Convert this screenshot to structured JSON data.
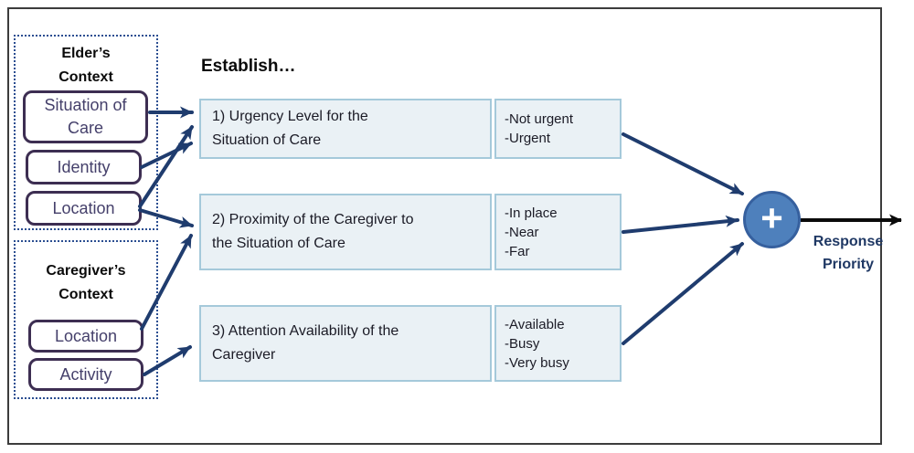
{
  "panels": {
    "elder": {
      "title_line1": "Elder’s",
      "title_line2": "Context",
      "items": [
        "Situation of Care",
        "Identity",
        "Location"
      ]
    },
    "caregiver": {
      "title_line1": "Caregiver’s",
      "title_line2": "Context",
      "items": [
        "Location",
        "Activity"
      ]
    }
  },
  "establish_label": "Establish…",
  "factors": [
    {
      "label_lines": [
        "1) Urgency Level for the",
        "Situation of Care"
      ],
      "options": [
        "-Not urgent",
        "-Urgent"
      ]
    },
    {
      "label_lines": [
        "2) Proximity of the Caregiver to",
        "the Situation of Care"
      ],
      "options": [
        "-In place",
        "-Near",
        "-Far"
      ]
    },
    {
      "label_lines": [
        "3) Attention Availability of the",
        "Caregiver"
      ],
      "options": [
        "-Available",
        "-Busy",
        "-Very busy"
      ]
    }
  ],
  "aggregator": {
    "symbol": "+"
  },
  "output": {
    "label": "Response Priority"
  },
  "colors": {
    "arrow": "#1f3c6e",
    "output_arrow": "#0a0a0a",
    "panel_border": "#2b4e91",
    "item_border": "#3d2e52",
    "item_text": "#45406b",
    "factor_fill": "#eaf1f5",
    "factor_border": "#a5c9da",
    "aggregator_fill": "#4e80bc",
    "aggregator_border": "#36609e",
    "output_text": "#1f3864"
  }
}
